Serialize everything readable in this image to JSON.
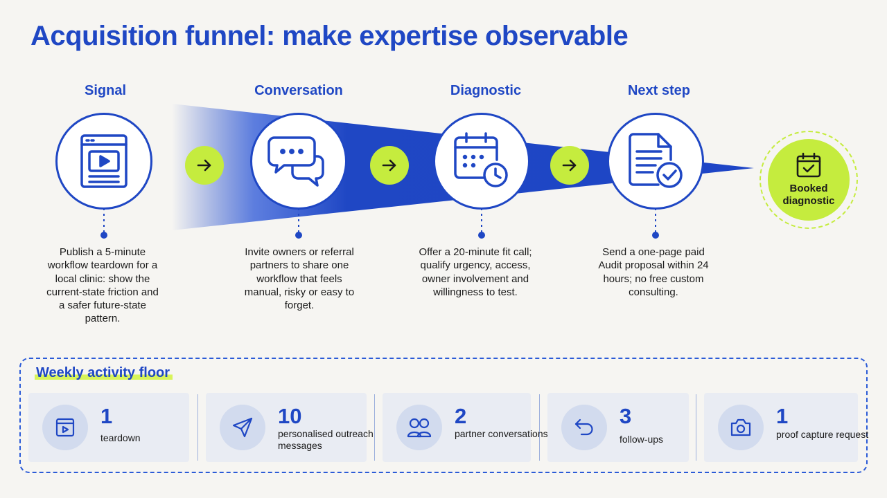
{
  "title": "Acquisition funnel: make expertise observable",
  "stages": [
    {
      "title": "Signal",
      "icon": "video-page-icon",
      "description": "Publish a 5-minute workflow teardown for a local clinic: show the current-state friction and a safer future-state pattern."
    },
    {
      "title": "Conversation",
      "icon": "chat-bubbles-icon",
      "description": "Invite owners or referral partners to share one workflow that feels manual, risky or easy to forget."
    },
    {
      "title": "Diagnostic",
      "icon": "calendar-clock-icon",
      "description": "Offer a 20-minute fit call; qualify urgency, access, owner involvement and willingness to test."
    },
    {
      "title": "Next step",
      "icon": "document-check-icon",
      "description": "Send a one-page paid Audit proposal within 24 hours; no free custom consulting."
    }
  ],
  "target": {
    "label": "Booked diagnostic",
    "icon": "calendar-check-icon"
  },
  "weekly": {
    "title": "Weekly activity floor",
    "items": [
      {
        "number": "1",
        "label": "teardown",
        "icon": "video-page-icon"
      },
      {
        "number": "10",
        "label": "personalised outreach messages",
        "icon": "send-icon"
      },
      {
        "number": "2",
        "label": "partner conversations",
        "icon": "people-icon"
      },
      {
        "number": "3",
        "label": "follow-ups",
        "icon": "return-arrow-icon"
      },
      {
        "number": "1",
        "label": "proof capture request",
        "icon": "camera-icon"
      }
    ]
  },
  "colors": {
    "accent": "#1f47c4",
    "lime": "#c5ec3e",
    "background": "#f6f5f2"
  }
}
